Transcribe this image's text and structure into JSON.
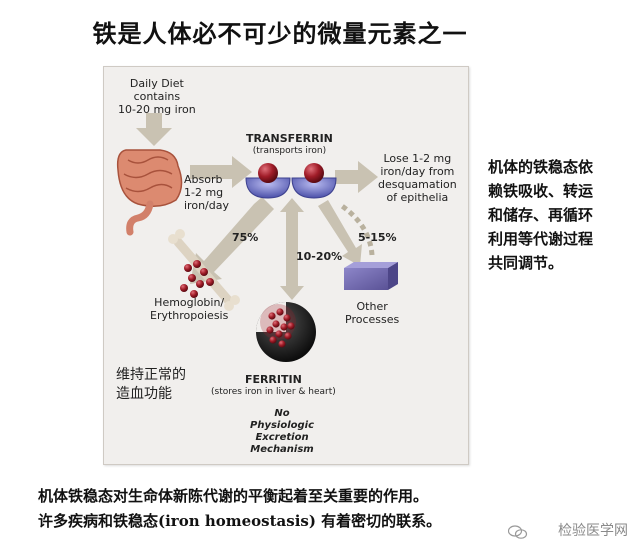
{
  "title": "铁是人体必不可少的微量元素之一",
  "diagram": {
    "diet": "Daily Diet\ncontains\n10-20 mg iron",
    "absorb": "Absorb\n1-2 mg\niron/day",
    "transferrin_title": "TRANSFERRIN",
    "transferrin_sub": "(transports iron)",
    "lose": "Lose 1-2 mg\niron/day from\ndesquamation\nof epithelia",
    "pct_hemoglobin": "75%",
    "pct_ferritin": "10-20%",
    "pct_other": "5-15%",
    "hemoglobin": "Hemoglobin/\nErythropoiesis",
    "other": "Other\nProcesses",
    "ferritin_title": "FERRITIN",
    "ferritin_sub": "(stores iron in liver & heart)",
    "no_excretion": "No\nPhysiologic\nExcretion\nMechanism",
    "cn_note": "维持正常的\n造血功能"
  },
  "side_text": "机体的铁稳态依\n赖铁吸收、转运\n和储存、再循环\n利用等代谢过程\n共同调节。",
  "bottom_line1": "机体铁稳态对生命体新陈代谢的平衡起着至关重要的作用。",
  "bottom_line2": "许多疾病和铁稳态(iron homeostasis) 有着密切的联系。",
  "watermark": "检验医学网",
  "colors": {
    "arrow": "#c9c2b2",
    "sphere": "#a01c28",
    "cup": "#6f73c7",
    "gut": "#d8846c",
    "box": "#6d64a8"
  }
}
